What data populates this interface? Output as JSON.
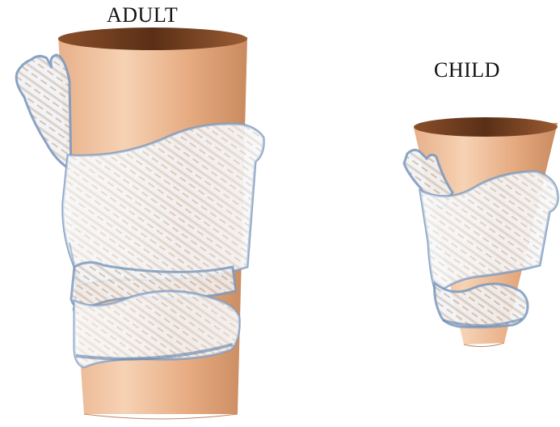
{
  "labels": {
    "adult": "ADULT",
    "child": "CHILD"
  },
  "colors": {
    "trachea_light": "#f3c9a6",
    "trachea_mid": "#e3a57c",
    "trachea_dark": "#b8764c",
    "trachea_inner": "#6b3a1e",
    "cartilage_outline": "#7f9cc0",
    "cartilage_fill": "#eef2f7"
  },
  "icons": {
    "adult": "adult-larynx-illustration",
    "child": "child-larynx-illustration"
  }
}
